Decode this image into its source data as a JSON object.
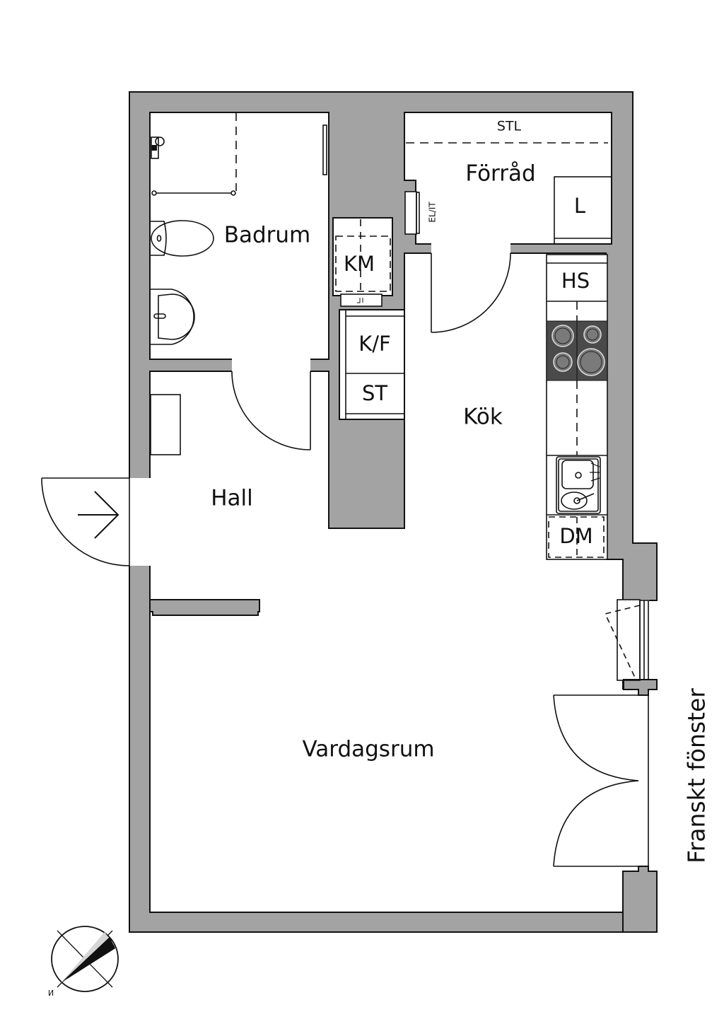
{
  "plan": {
    "rooms": {
      "bathroom": "Badrum",
      "storage": "Förråd",
      "kitchen": "Kök",
      "hall": "Hall",
      "living_room": "Vardagsrum"
    },
    "fixtures": {
      "washing_machine": "KM",
      "fridge_freezer": "K/F",
      "wardrobe": "ST",
      "shelf": "STL",
      "cabinet_l": "L",
      "electrical_it": "EL/IT",
      "tall_cabinet": "HS",
      "dishwasher": "DM"
    },
    "french_window": "Franskt fönster",
    "compass_north": "N"
  },
  "colors": {
    "wall": "#a3a3a3",
    "stove": "#4a4a4a",
    "burner": "#7a7a7a"
  }
}
